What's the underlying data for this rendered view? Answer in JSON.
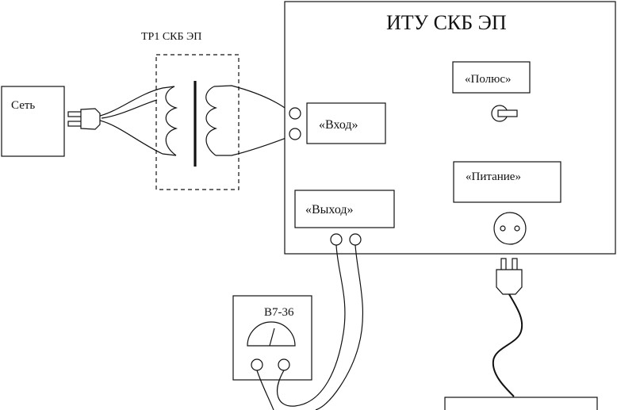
{
  "labels": {
    "network": "Сеть",
    "transformer": "ТР1 СКБ ЭП",
    "device": "ИТУ СКБ ЭП",
    "input": "«Вход»",
    "output": "«Выход»",
    "polarity": "«Полюс»",
    "power": "«Питание»",
    "voltmeter": "В7-36",
    "power_supply": ""
  }
}
